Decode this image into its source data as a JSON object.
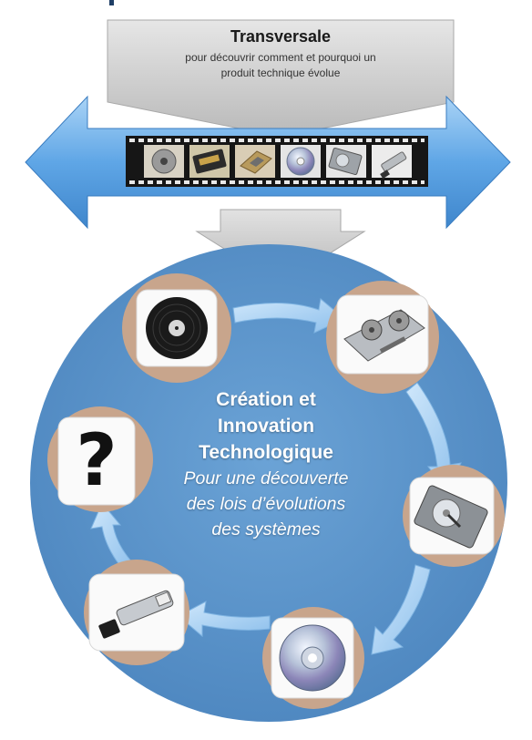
{
  "banner": {
    "title": "Transversale",
    "subtitle_line1": "pour découvrir comment et  pourquoi un",
    "subtitle_line2": "produit technique évolue"
  },
  "center": {
    "line1": "Création et",
    "line2": "Innovation",
    "line3": "Technologique",
    "line4": "Pour une découverte",
    "line5": "des lois d’évolutions",
    "line6": "des systèmes"
  },
  "cycle_nodes": [
    {
      "icon": "vinyl-record-icon"
    },
    {
      "icon": "tape-recorder-icon"
    },
    {
      "icon": "hard-disk-icon"
    },
    {
      "icon": "optical-disc-icon"
    },
    {
      "icon": "usb-key-icon"
    },
    {
      "icon": "question-mark-icon"
    }
  ],
  "filmstrip_frames": [
    {
      "icon": "reel-tape-icon"
    },
    {
      "icon": "cassette-icon"
    },
    {
      "icon": "processor-chip-icon"
    },
    {
      "icon": "optical-disc-icon"
    },
    {
      "icon": "hard-disk-icon"
    },
    {
      "icon": "usb-key-icon"
    }
  ],
  "colors": {
    "circle_blue": "#5b93c9",
    "arrow_blue": "#64a8e4",
    "node_tan": "#c9a68d",
    "banner_gray": "#cfcfcf"
  }
}
